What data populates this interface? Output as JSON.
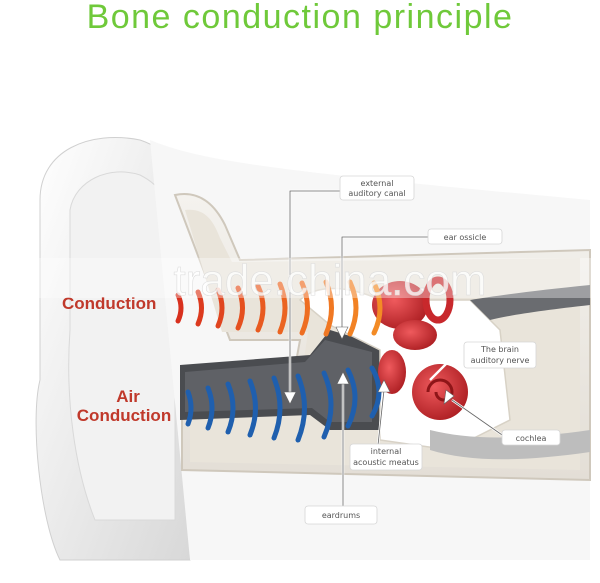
{
  "title": "Bone conduction principle",
  "watermark": "trade.china.com",
  "labels": {
    "bone_conduction": "Conduction",
    "air_conduction_line1": "Air",
    "air_conduction_line2": "Conduction",
    "external_canal_line1": "external",
    "external_canal_line2": "auditory canal",
    "ear_ossicle": "ear ossicle",
    "brain_nerve_line1": "The brain",
    "brain_nerve_line2": "auditory nerve",
    "cochlea": "cochlea",
    "internal_meatus_line1": "internal",
    "internal_meatus_line2": "acoustic meatus",
    "eardrums": "eardrums"
  },
  "colors": {
    "title": "#6fc93a",
    "bone_wave": "#e8531e",
    "air_wave": "#1f5fae",
    "organ": "#c8282c",
    "label_text": "#c0392b"
  }
}
